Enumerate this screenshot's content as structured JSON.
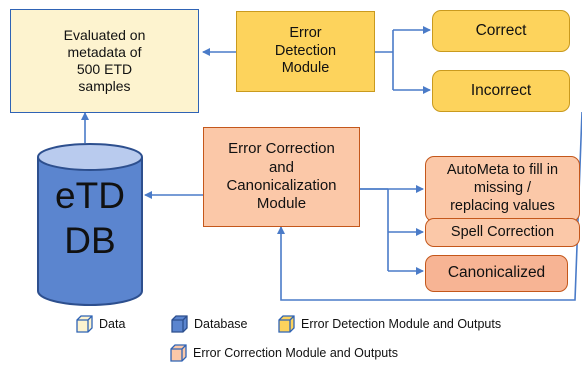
{
  "nodes": {
    "evaluated": "Evaluated on\nmetadata of\n500 ETD\nsamples",
    "error_detection": "Error\nDetection\nModule",
    "correct": "Correct",
    "incorrect": "Incorrect",
    "error_correction": "Error Correction\nand\nCanonicalization\nModule",
    "autometa": "AutoMeta to fill in\nmissing /\nreplacing values",
    "spell": "Spell Correction",
    "canonicalized": "Canonicalized",
    "db_line1": "eTD",
    "db_line2": "DB"
  },
  "legend": {
    "data": "Data",
    "database": "Database",
    "detection": "Error Detection  Module and Outputs",
    "correction": "Error Correction Module and Outputs"
  },
  "colors": {
    "yellow": "#fdd35c",
    "cream": "#fdf3cf",
    "peach": "#fbc8a8",
    "db_blue": "#5b85cf",
    "arrow_blue": "#4a7bc8"
  }
}
